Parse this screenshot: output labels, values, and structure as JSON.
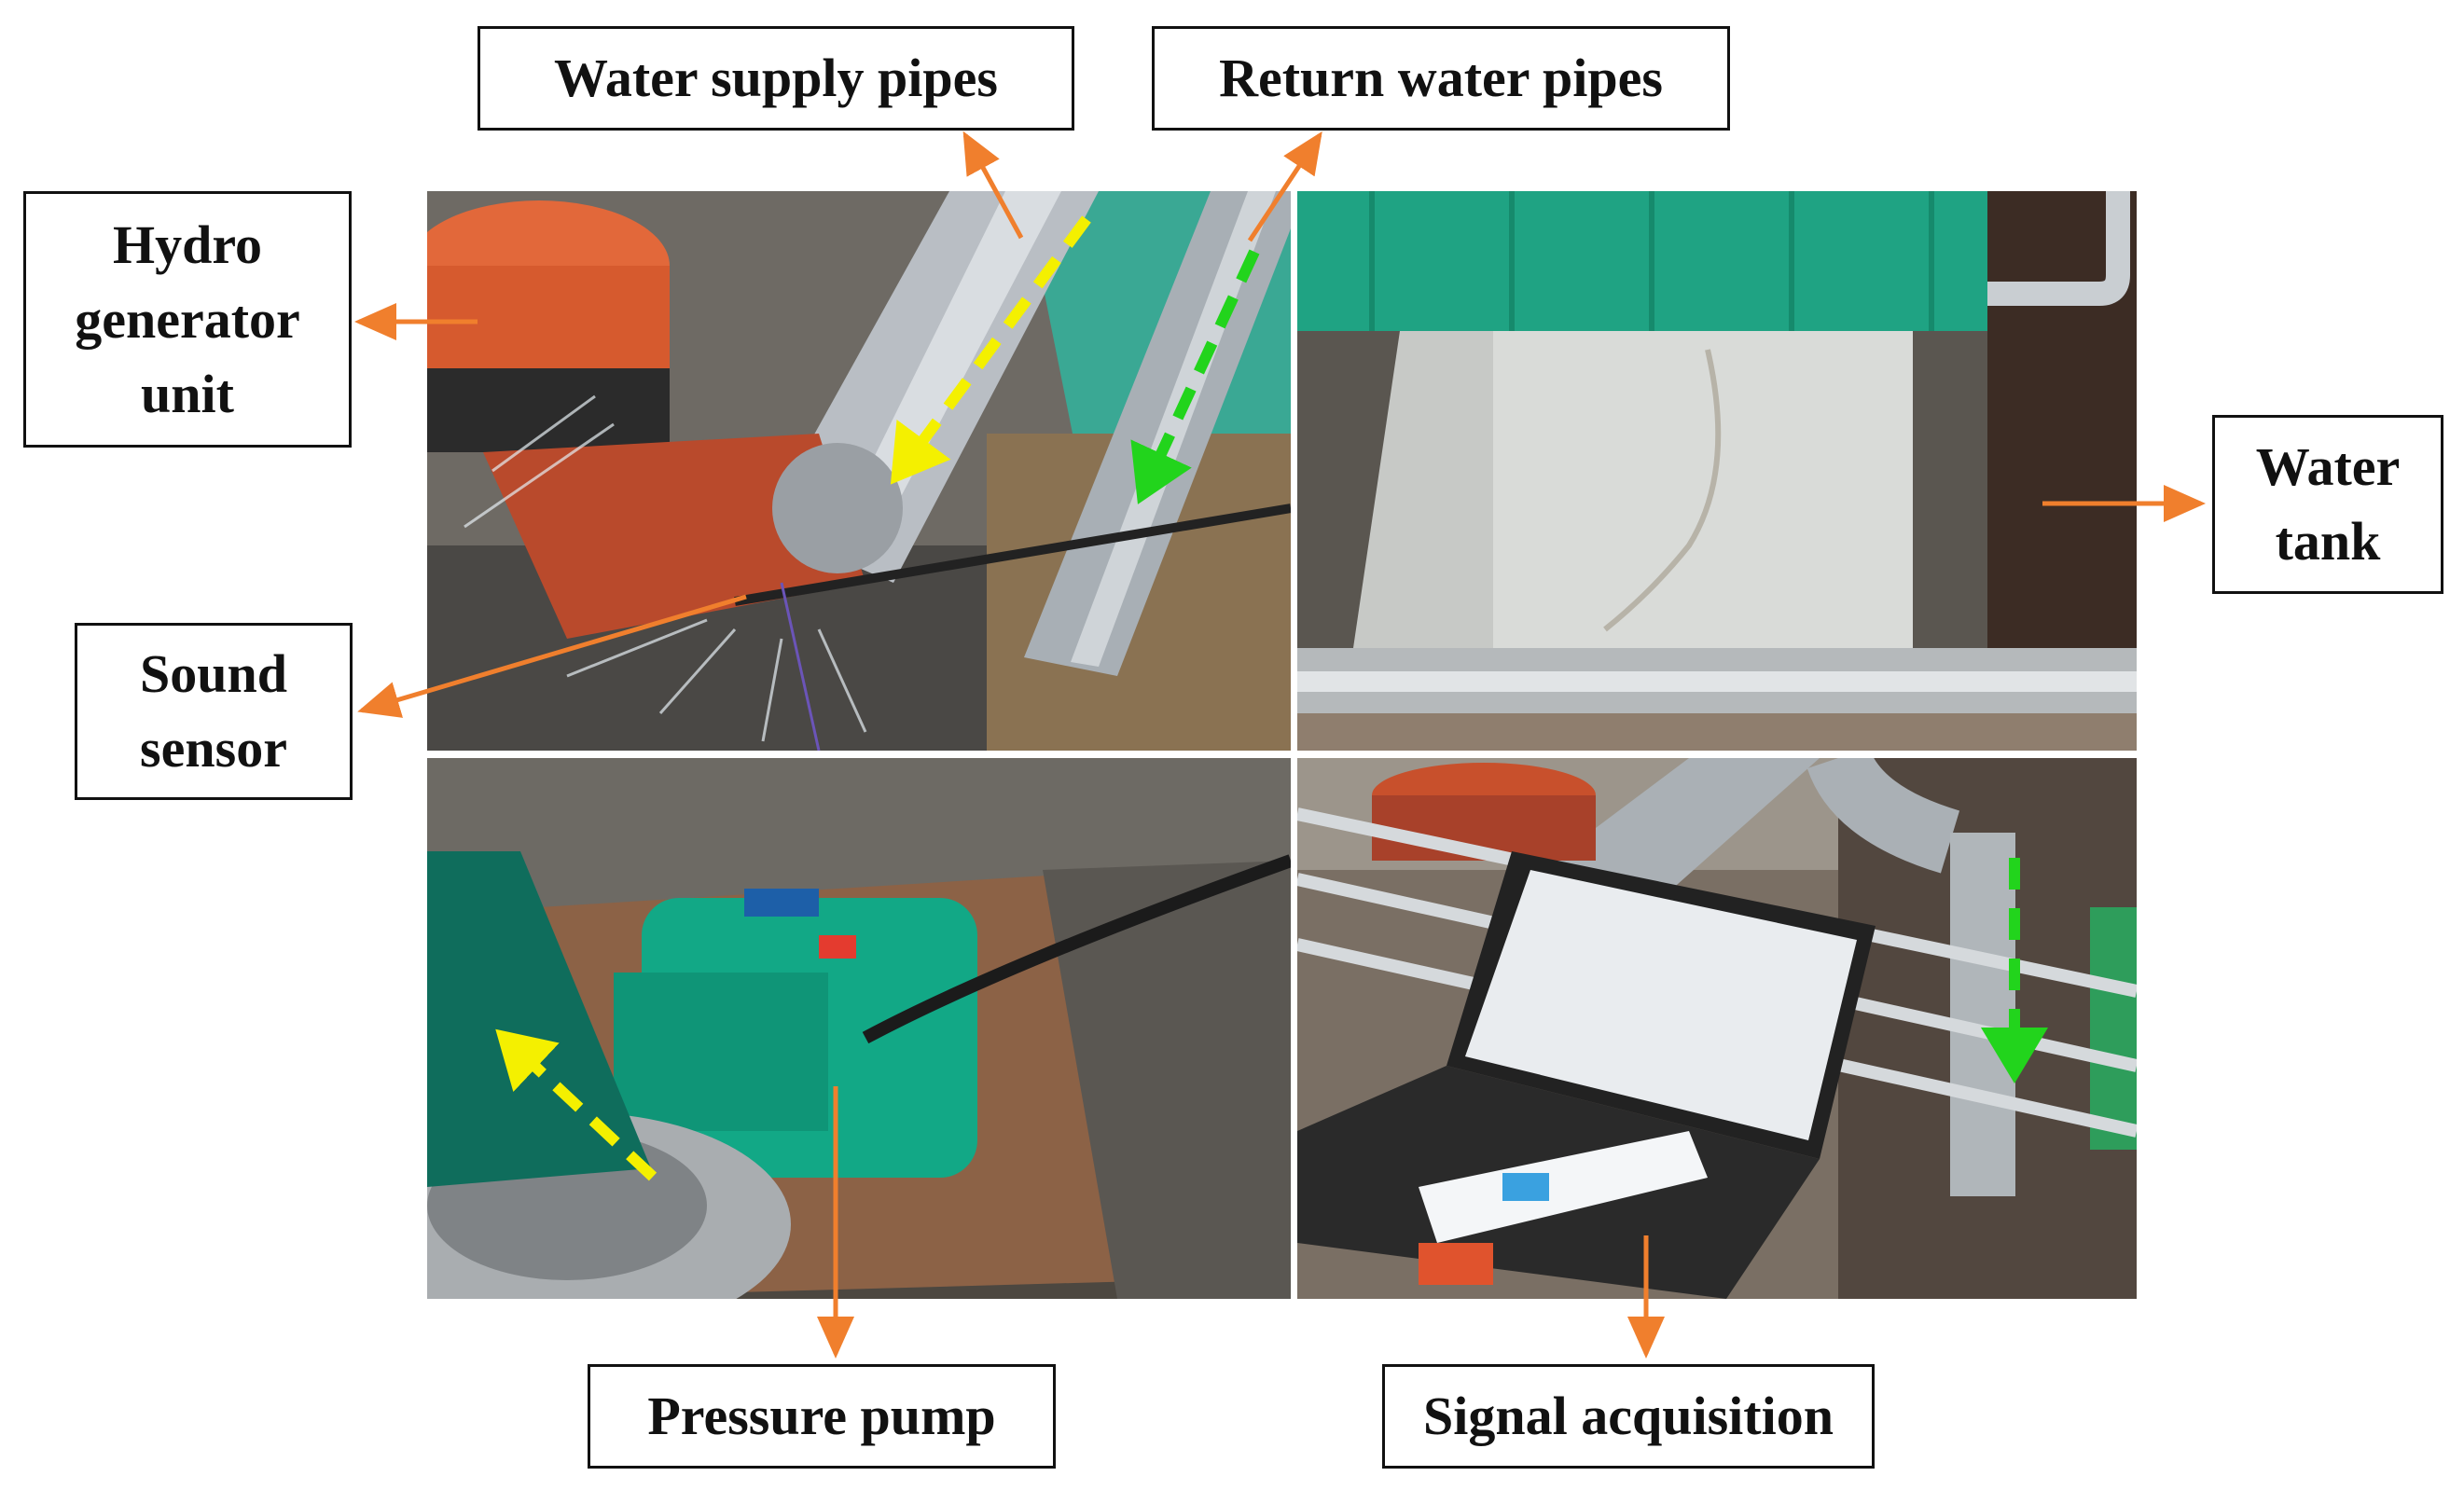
{
  "labels": {
    "water_supply_pipes": "Water supply pipes",
    "return_water_pipes": "Return water pipes",
    "hydro_generator_unit": [
      "Hydro",
      "generator",
      "unit"
    ],
    "sound_sensor": [
      "Sound",
      "sensor"
    ],
    "water_tank": [
      "Water",
      "tank"
    ],
    "pressure_pump": "Pressure pump",
    "signal_acquisition": "Signal acquisition"
  },
  "colors": {
    "pointer_arrow": "#f07f2d",
    "supply_flow_arrow": "#f4f000",
    "return_flow_arrow": "#22d41c",
    "border": "#111111"
  }
}
